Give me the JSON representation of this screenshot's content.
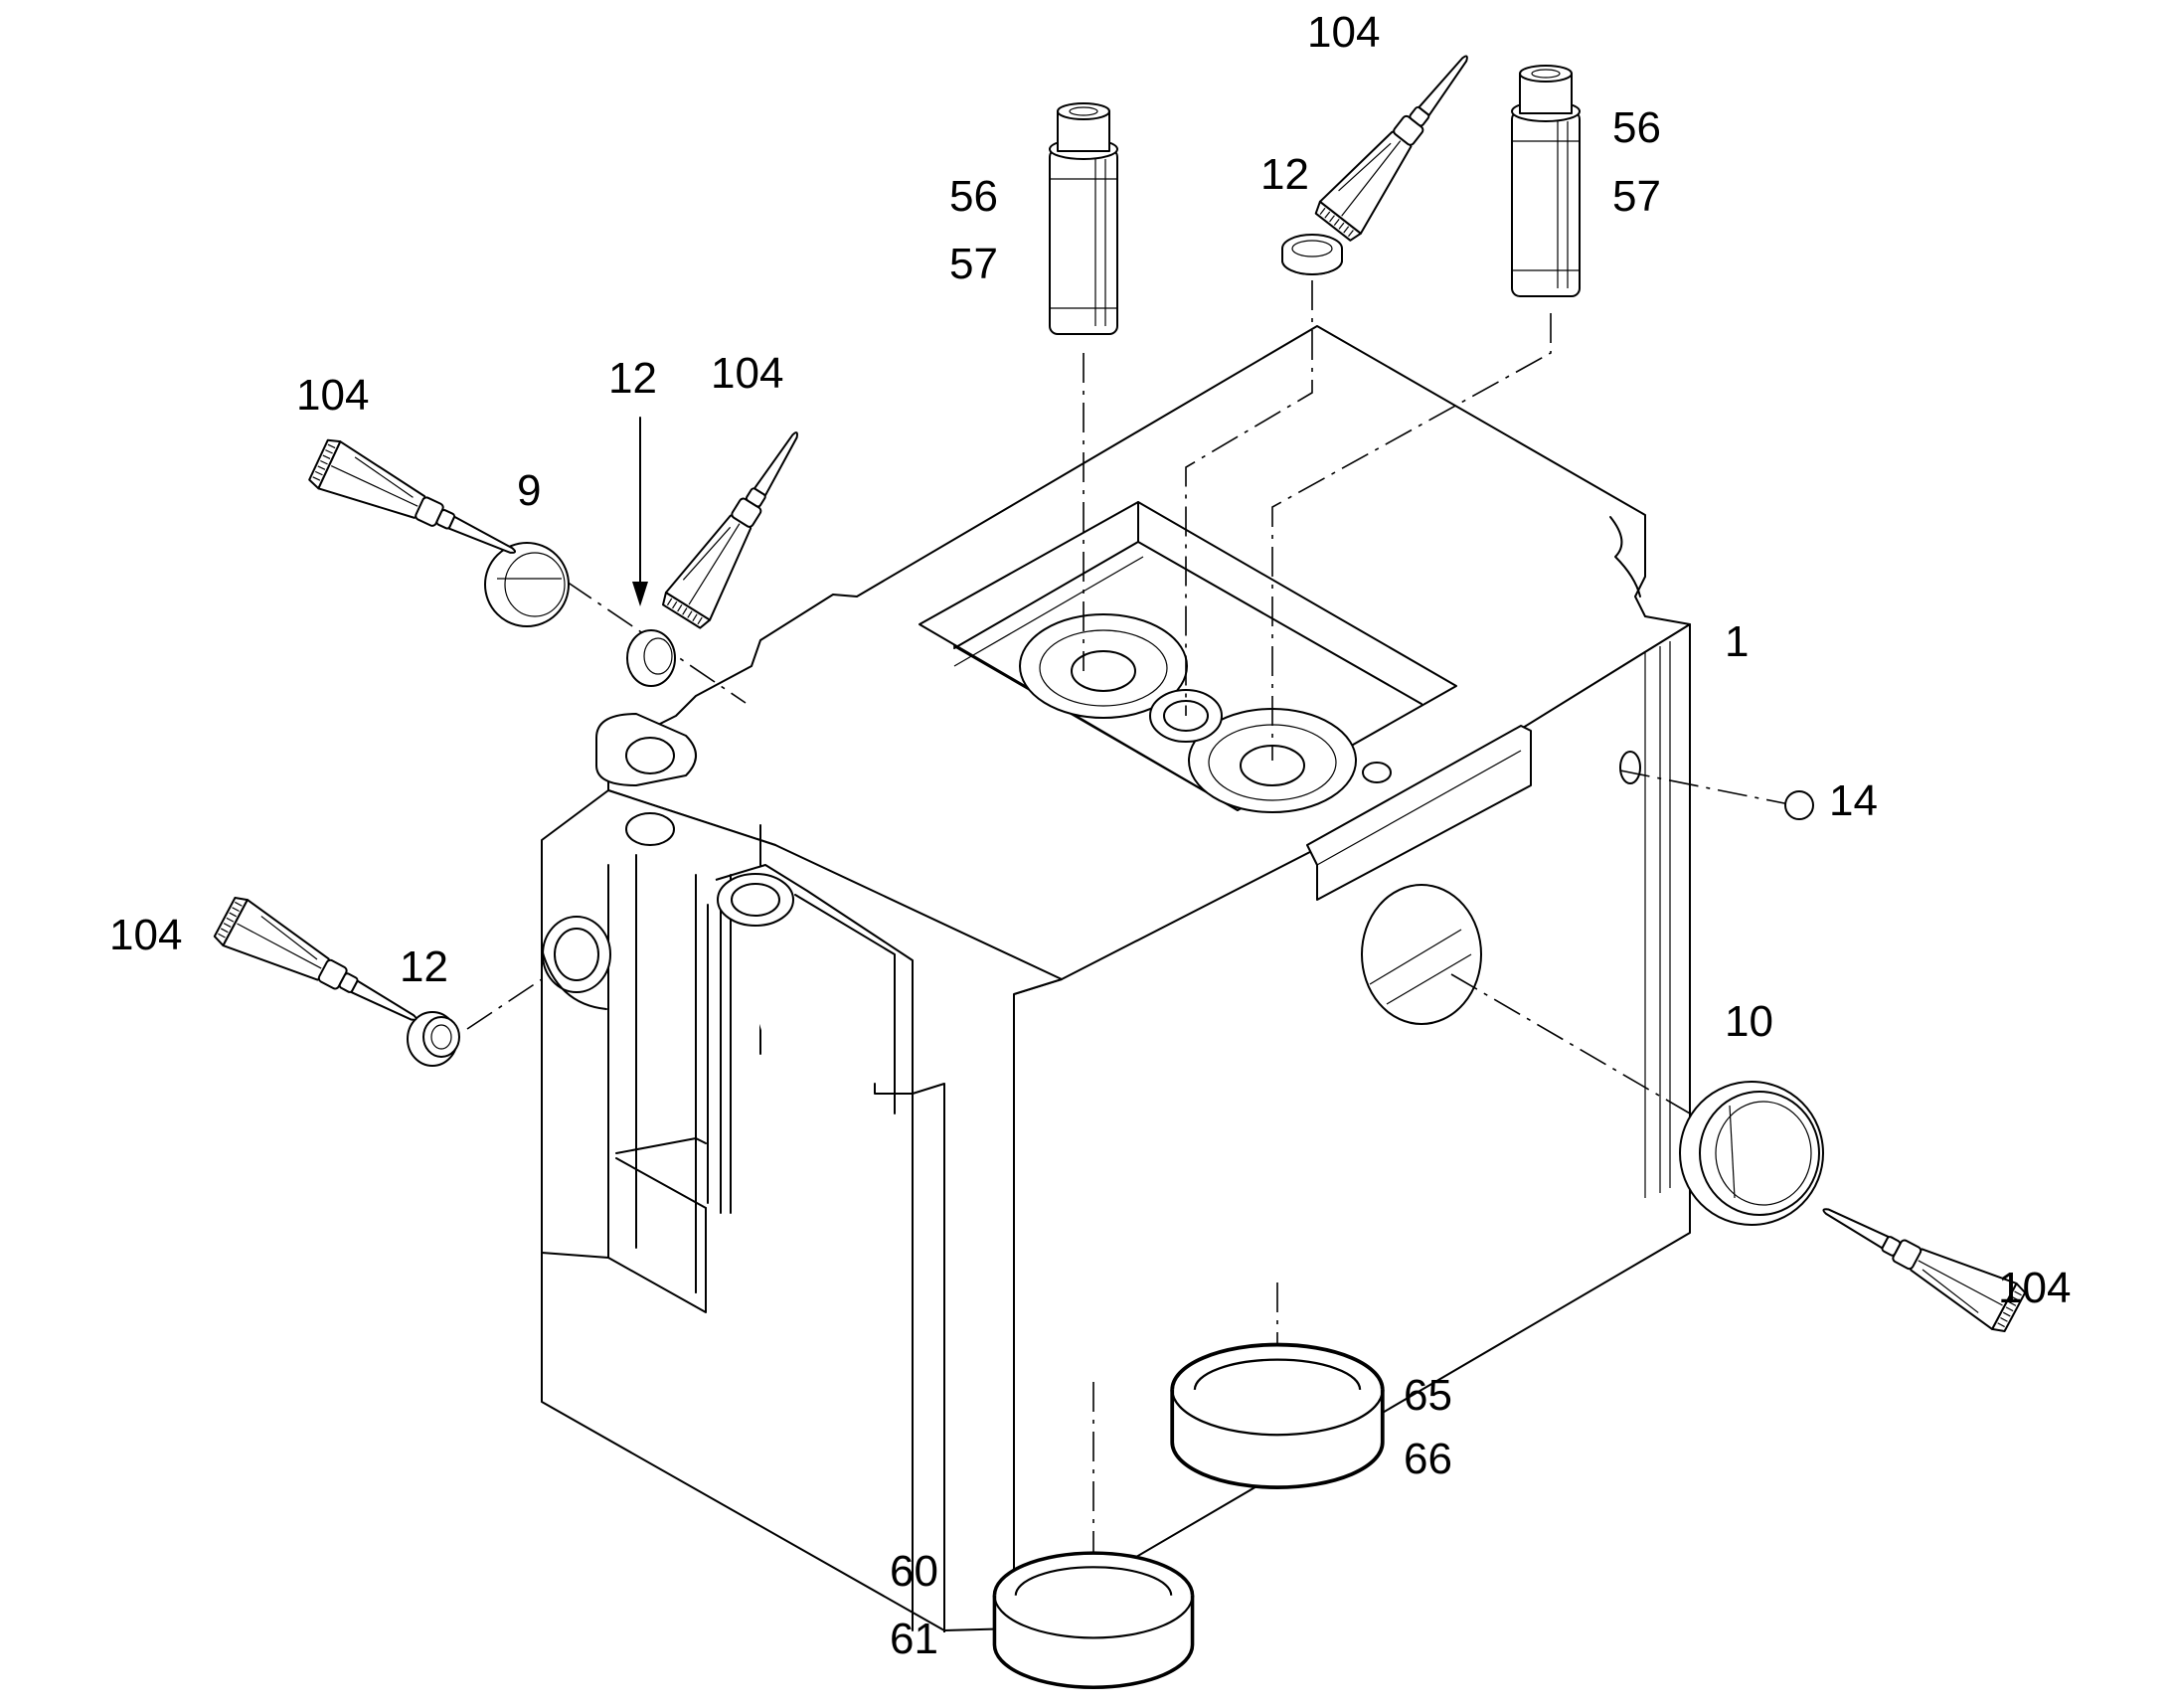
{
  "figure": "exploded-parts-diagram",
  "colors": {
    "line": "#000000",
    "background": "#ffffff"
  },
  "labels": {
    "cylinder_head": "1",
    "plug_left": "9",
    "plug_right": "10",
    "seal_top": "12",
    "seal_upper_left": "12",
    "seal_lower_left": "12",
    "ball": "14",
    "guide_left_a": "56",
    "guide_left_b": "57",
    "guide_right_a": "56",
    "guide_right_b": "57",
    "seat_front_a": "60",
    "seat_front_b": "61",
    "seat_rear_a": "65",
    "seat_rear_b": "66",
    "sealant_top": "104",
    "sealant_upper_left_a": "104",
    "sealant_upper_left_b": "104",
    "sealant_lower_left": "104",
    "sealant_right": "104"
  }
}
